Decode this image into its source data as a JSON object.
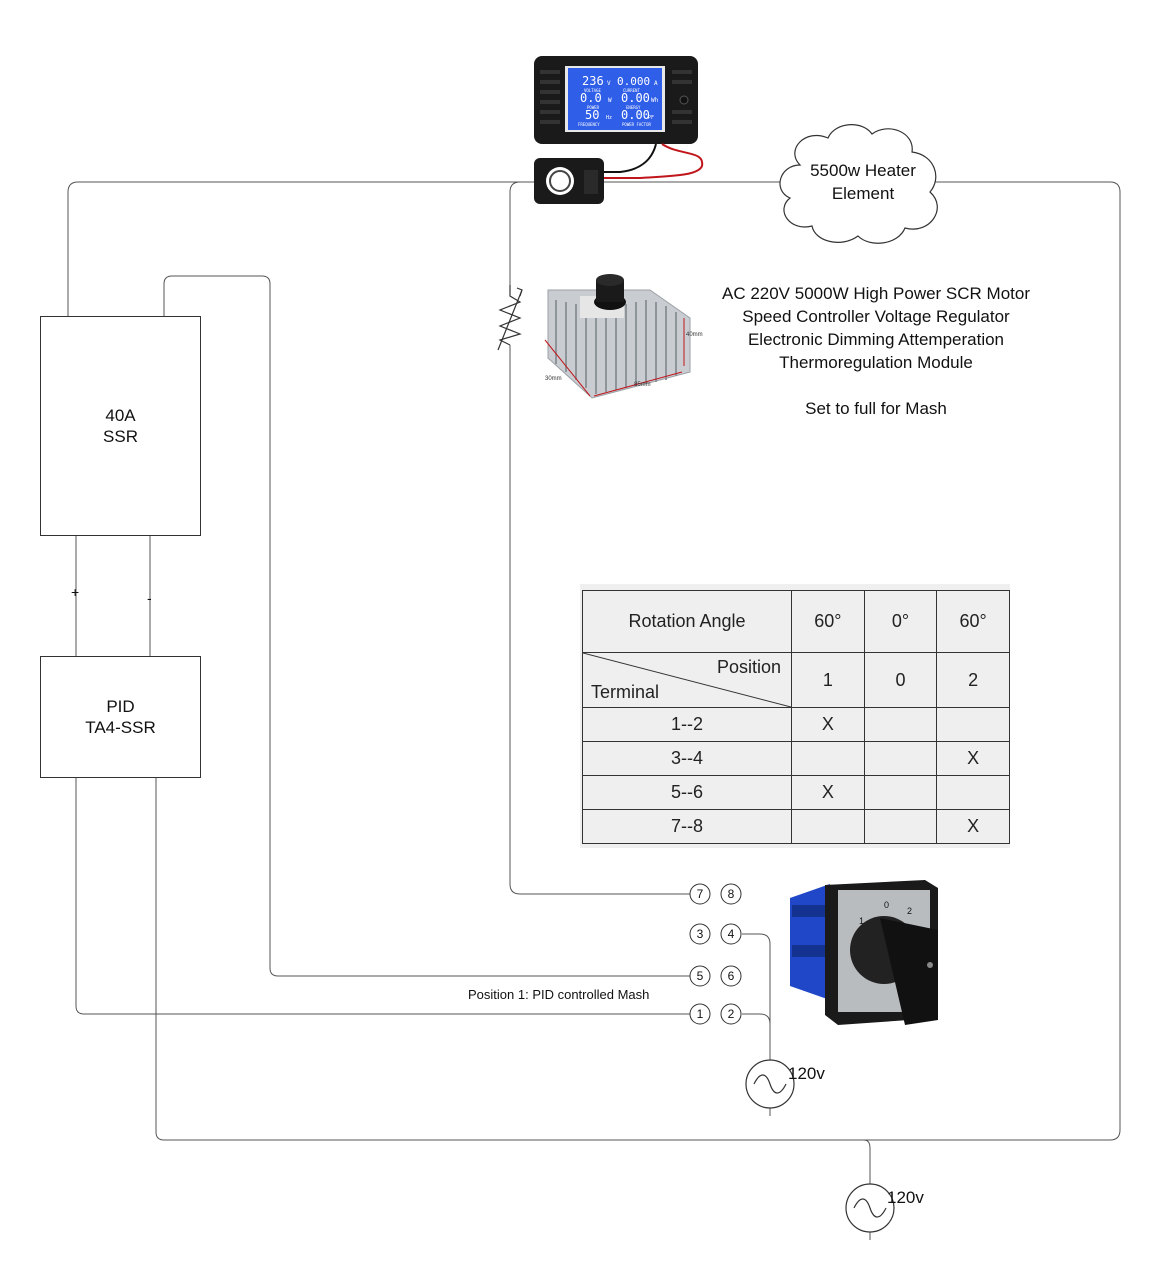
{
  "heater": {
    "label_line1": "5500w Heater",
    "label_line2": "Element"
  },
  "ssr": {
    "line1": "40A",
    "line2": "SSR",
    "plus": "+",
    "minus": "-"
  },
  "pid": {
    "line1": "PID",
    "line2": "TA4-SSR"
  },
  "controller_note": {
    "line1": "AC 220V 5000W High Power SCR Motor",
    "line2": "Speed Controller Voltage Regulator",
    "line3": "Electronic Dimming Attemperation",
    "line4": "Thermoregulation Module",
    "line5": "Set to full for Mash",
    "dim_height": "40mm",
    "dim_width": "85mm",
    "dim_depth": "30mm"
  },
  "meter_display": {
    "voltage": "236",
    "voltage_unit": "V",
    "voltage_label": "VOLTAGE",
    "current": "0.000",
    "current_unit": "A",
    "current_label": "CURRENT",
    "power": "0.0",
    "power_unit": "W",
    "power_label": "POWER",
    "energy": "0.00",
    "energy_unit": "Wh",
    "energy_label": "ENERGY",
    "frequency": "50",
    "frequency_unit": "Hz",
    "frequency_label": "FREQUENCY",
    "power_factor": "0.00",
    "power_factor_unit": "PF",
    "power_factor_label": "POWER FACTOR"
  },
  "switch_table": {
    "header_label": "Rotation Angle",
    "angles": [
      "60°",
      "0°",
      "60°"
    ],
    "position_label": "Position",
    "terminal_label": "Terminal",
    "positions": [
      "1",
      "0",
      "2"
    ],
    "rows": [
      {
        "terminal": "1--2",
        "marks": [
          "X",
          "",
          ""
        ]
      },
      {
        "terminal": "3--4",
        "marks": [
          "",
          "",
          "X"
        ]
      },
      {
        "terminal": "5--6",
        "marks": [
          "X",
          "",
          ""
        ]
      },
      {
        "terminal": "7--8",
        "marks": [
          "",
          "",
          "X"
        ]
      }
    ]
  },
  "terminals": [
    "7",
    "8",
    "3",
    "4",
    "5",
    "6",
    "1",
    "2"
  ],
  "switch_dial": {
    "marks": [
      "1",
      "0",
      "2"
    ]
  },
  "wire_note": "Position 1: PID controlled Mash",
  "sources": [
    {
      "label": "120v"
    },
    {
      "label": "120v"
    }
  ],
  "colors": {
    "lcd_blue": "#2f5ee8",
    "switch_blue": "#1f47c8",
    "wire": "#555555"
  }
}
